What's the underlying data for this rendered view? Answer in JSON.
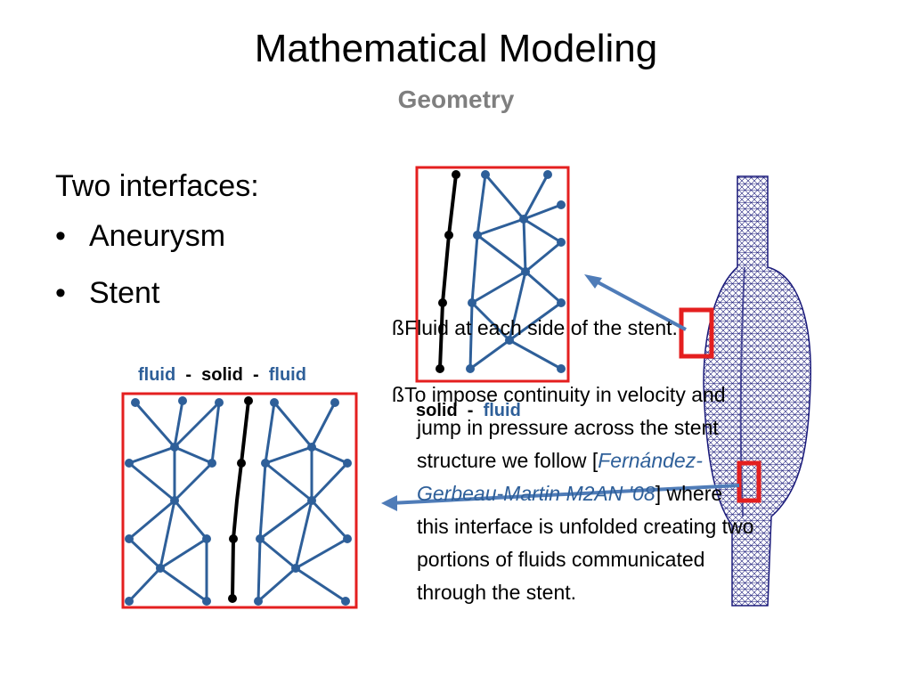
{
  "slide": {
    "title": "Mathematical Modeling",
    "subtitle": "Geometry"
  },
  "left": {
    "heading": "Two interfaces:",
    "bullets": [
      "Aneurysm",
      "Stent"
    ]
  },
  "labels": {
    "bottom_row": [
      "fluid",
      "-",
      "solid",
      "-",
      "fluid"
    ],
    "top_row": [
      "solid",
      "-",
      "fluid"
    ]
  },
  "notes": {
    "arrow_glyph": "ß",
    "note1": "Fluid at each side of the stent.",
    "note2_line1": "To impose continuity in velocity and",
    "note2_line2": "jump in pressure across the stent",
    "note2_line3_pre": "structure we follow [",
    "note2_line3_cite": "Fernández-",
    "note2_line4_cite": "Gerbeau-Martin M2AN '08",
    "note2_line4_post": "] where",
    "note2_line5": "this interface is unfolded creating two",
    "note2_line6": "portions of fluids communicated",
    "note2_line7": "through the stent."
  },
  "colors": {
    "frame": "#e41f1f",
    "mesh": "#2e5f99",
    "solid": "#000000",
    "arrow": "#4f7cb8",
    "aneurysm_mesh": "#1a1a7a"
  }
}
